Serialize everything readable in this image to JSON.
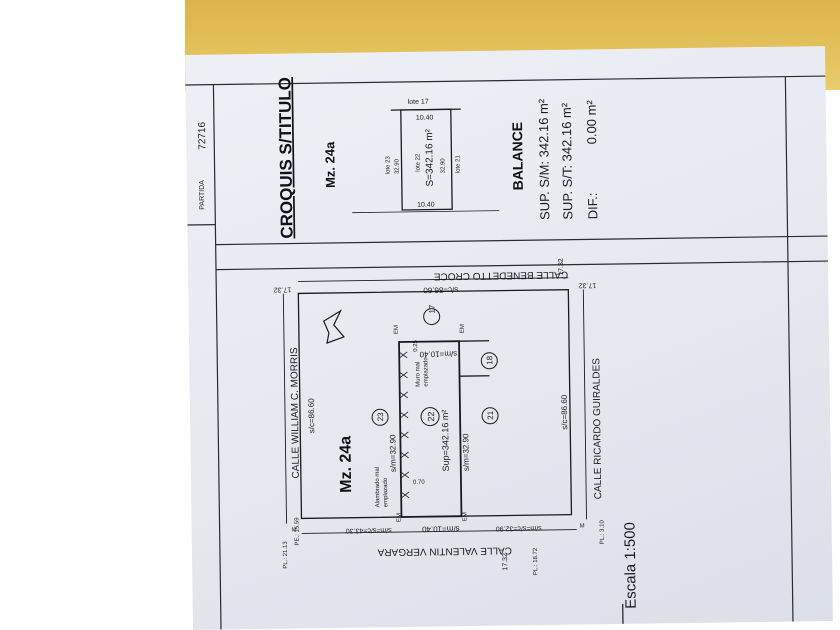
{
  "sheet": {
    "partida_label": "PARTIDA",
    "partida_number": "72716",
    "title": "CROQUIS S/TITULO",
    "escala": "Escala 1:500"
  },
  "croquis": {
    "manzana": "Mz. 24a",
    "lote_top": "lote 17",
    "lote_left": "lote 23",
    "lote_right": "lote 21",
    "lote_center": "lote 22",
    "area": "S=342.16 m²",
    "width_top": "10.40",
    "width_bottom": "10.40",
    "length_left": "32.90",
    "length_right": "32.90"
  },
  "balance": {
    "heading": "BALANCE",
    "sup_sm": "SUP. S/M: 342.16 m²",
    "sup_st": "SUP. S/T: 342.16 m²",
    "dif_label": "DIF.:",
    "dif_value": "0.00 m²"
  },
  "plan": {
    "manzana": "Mz. 24a",
    "street_top": "CALLE BENEDETTO CROCE",
    "street_left": "CALLE WILLIAM C. MORRIS",
    "street_right": "CALLE RICARDO GUIRALDES",
    "street_bottom": "CALLE VALENTIN VERGARA",
    "sc_top": "s/c=86.60",
    "sc_left": "s/c=86.60",
    "sc_right": "s/c=86.60",
    "sc_bottom": "s/m=s/c=43.30",
    "sc_bottom2": "s/m=s/c=32.90",
    "sm_top": "s/m=10.40",
    "sm_bottom": "s/m=10.40",
    "sm_left": "s/m=32.90",
    "sm_right": "s/m=32.90",
    "sup": "Sup=342.16 m²",
    "lot_17": "17",
    "lot_18": "18",
    "lot_21": "21",
    "lot_22": "22",
    "lot_23": "23",
    "em": "EM",
    "muro": "Muro mal",
    "muro2": "emplazado",
    "muro_val": "0.25",
    "alambrado": "Alambrado mal",
    "alambrado2": "emplazado",
    "alambrado_val": "0.70",
    "dim_17_32": "17.32",
    "pl_left_top": "PL.: 21.13",
    "pe_left": "PE.: 15.59",
    "pl_bottom": "PL.: 18.72",
    "pl_right": "PL.: 3.10",
    "m_label": "M"
  }
}
